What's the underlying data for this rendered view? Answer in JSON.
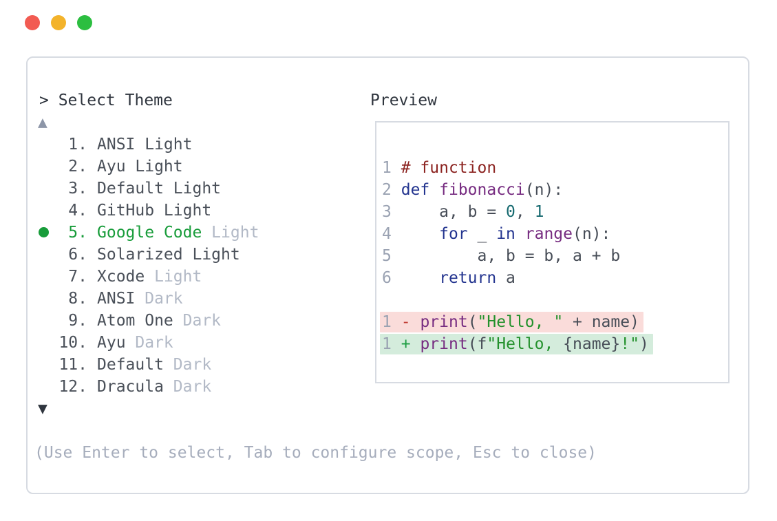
{
  "window": {
    "traffic_lights": [
      {
        "name": "close-button",
        "color": "#f25b52"
      },
      {
        "name": "minimize-button",
        "color": "#f3b32b"
      },
      {
        "name": "zoom-button",
        "color": "#2cbe40"
      }
    ]
  },
  "theme_picker": {
    "prompt": "> Select Theme",
    "scroll_up_icon": "▲",
    "scroll_down_icon": "▼",
    "items": [
      {
        "number": "1.",
        "name": "ANSI Light",
        "suffix": "",
        "selected": false
      },
      {
        "number": "2.",
        "name": "Ayu Light",
        "suffix": "",
        "selected": false
      },
      {
        "number": "3.",
        "name": "Default Light",
        "suffix": "",
        "selected": false
      },
      {
        "number": "4.",
        "name": "GitHub Light",
        "suffix": "",
        "selected": false
      },
      {
        "number": "5.",
        "name": "Google Code",
        "suffix": "Light",
        "selected": true
      },
      {
        "number": "6.",
        "name": "Solarized Light",
        "suffix": "",
        "selected": false
      },
      {
        "number": "7.",
        "name": "Xcode",
        "suffix": "Light",
        "selected": false
      },
      {
        "number": "8.",
        "name": "ANSI",
        "suffix": "Dark",
        "selected": false
      },
      {
        "number": "9.",
        "name": "Atom One",
        "suffix": "Dark",
        "selected": false
      },
      {
        "number": "10.",
        "name": "Ayu",
        "suffix": "Dark",
        "selected": false
      },
      {
        "number": "11.",
        "name": "Default",
        "suffix": "Dark",
        "selected": false
      },
      {
        "number": "12.",
        "name": "Dracula",
        "suffix": "Dark",
        "selected": false
      }
    ],
    "help": "(Use Enter to select, Tab to configure scope, Esc to close)"
  },
  "preview": {
    "label": "Preview",
    "code_lines": [
      {
        "lineno": "1",
        "tokens": [
          [
            "com",
            "# function"
          ]
        ]
      },
      {
        "lineno": "2",
        "tokens": [
          [
            "kwd",
            "def"
          ],
          [
            "pln",
            " "
          ],
          [
            "typ",
            "fibonacci"
          ],
          [
            "pln",
            "(n):"
          ]
        ]
      },
      {
        "lineno": "3",
        "tokens": [
          [
            "pln",
            "    a, b = "
          ],
          [
            "lit",
            "0"
          ],
          [
            "pln",
            ", "
          ],
          [
            "lit",
            "1"
          ]
        ]
      },
      {
        "lineno": "4",
        "tokens": [
          [
            "pln",
            "    "
          ],
          [
            "kwd",
            "for"
          ],
          [
            "pln",
            " _ "
          ],
          [
            "kwd",
            "in"
          ],
          [
            "pln",
            " "
          ],
          [
            "typ",
            "range"
          ],
          [
            "pln",
            "(n):"
          ]
        ]
      },
      {
        "lineno": "5",
        "tokens": [
          [
            "pln",
            "        a, b = b, a + b"
          ]
        ]
      },
      {
        "lineno": "6",
        "tokens": [
          [
            "pln",
            "    "
          ],
          [
            "kwd",
            "return"
          ],
          [
            "pln",
            " a"
          ]
        ]
      }
    ],
    "diff_lines": [
      {
        "lineno": "1",
        "sign": "-",
        "kind": "removed",
        "tokens": [
          [
            "typ",
            "print"
          ],
          [
            "pln",
            "("
          ],
          [
            "str",
            "\"Hello, \""
          ],
          [
            "pln",
            " + name)"
          ]
        ]
      },
      {
        "lineno": "1",
        "sign": "+",
        "kind": "added",
        "tokens": [
          [
            "typ",
            "print"
          ],
          [
            "pln",
            "(f"
          ],
          [
            "str",
            "\"Hello, "
          ],
          [
            "pln",
            "{name}"
          ],
          [
            "str",
            "!\""
          ],
          [
            "pln",
            ")"
          ]
        ]
      }
    ]
  },
  "colors": {
    "ink": "#2f353e",
    "ink2": "#4a5059",
    "dim": "#b2b9c6",
    "faint": "#a6adbc",
    "arrow_up": "#8d96a8",
    "select_green": "#189c3a",
    "border": "#d7dbe2",
    "lineno": "#9aa2b2",
    "com": "#8c2421",
    "kwd": "#23348f",
    "typ": "#762b80",
    "str": "#23912c",
    "lit": "#176a70",
    "pln": "#474d57",
    "del": "#c03a31",
    "del_bg": "#fadcda",
    "add": "#1f9e44",
    "add_bg": "#d4ecdc",
    "light_red": "#f25b52",
    "light_yellow": "#f3b32b",
    "light_green": "#2cbe40"
  }
}
